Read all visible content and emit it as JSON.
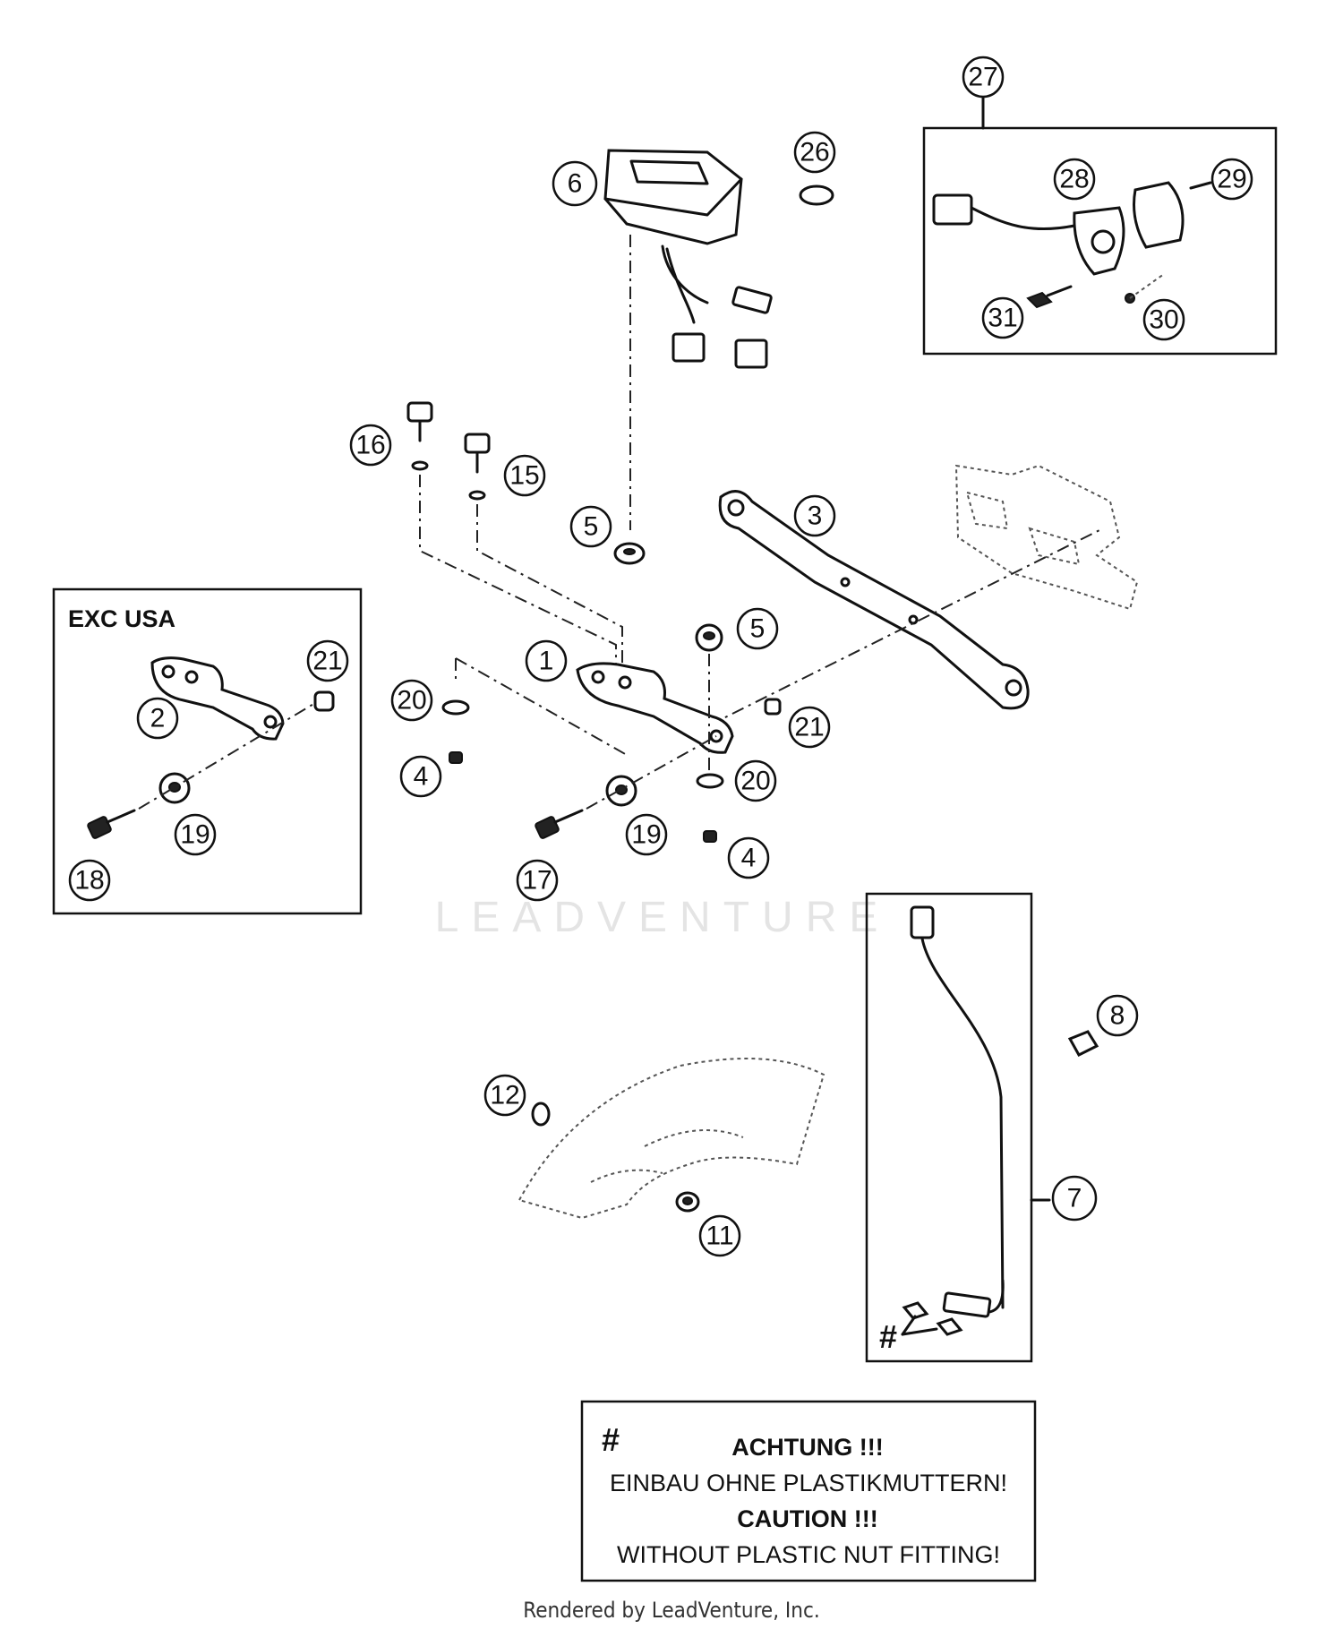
{
  "callouts": [
    {
      "label": "27"
    },
    {
      "label": "26"
    },
    {
      "label": "6"
    },
    {
      "label": "28"
    },
    {
      "label": "29"
    },
    {
      "label": "31"
    },
    {
      "label": "30"
    },
    {
      "label": "16"
    },
    {
      "label": "15"
    },
    {
      "label": "5"
    },
    {
      "label": "3"
    },
    {
      "label": "21"
    },
    {
      "label": "1"
    },
    {
      "label": "5"
    },
    {
      "label": "2"
    },
    {
      "label": "20"
    },
    {
      "label": "21"
    },
    {
      "label": "4"
    },
    {
      "label": "20"
    },
    {
      "label": "19"
    },
    {
      "label": "19"
    },
    {
      "label": "18"
    },
    {
      "label": "17"
    },
    {
      "label": "4"
    },
    {
      "label": "8"
    },
    {
      "label": "12"
    },
    {
      "label": "7"
    },
    {
      "label": "11"
    }
  ],
  "inset_exc_usa": {
    "label": "EXC USA"
  },
  "sensor_box": {
    "hash": "#"
  },
  "note": {
    "hash": "#",
    "line1": "ACHTUNG !!!",
    "line2": "EINBAU OHNE PLASTIKMUTTERN!",
    "line3": "CAUTION !!!",
    "line4": "WITHOUT PLASTIC NUT FITTING!"
  },
  "watermark": "LEADVENTURE",
  "footer": "Rendered by LeadVenture, Inc."
}
